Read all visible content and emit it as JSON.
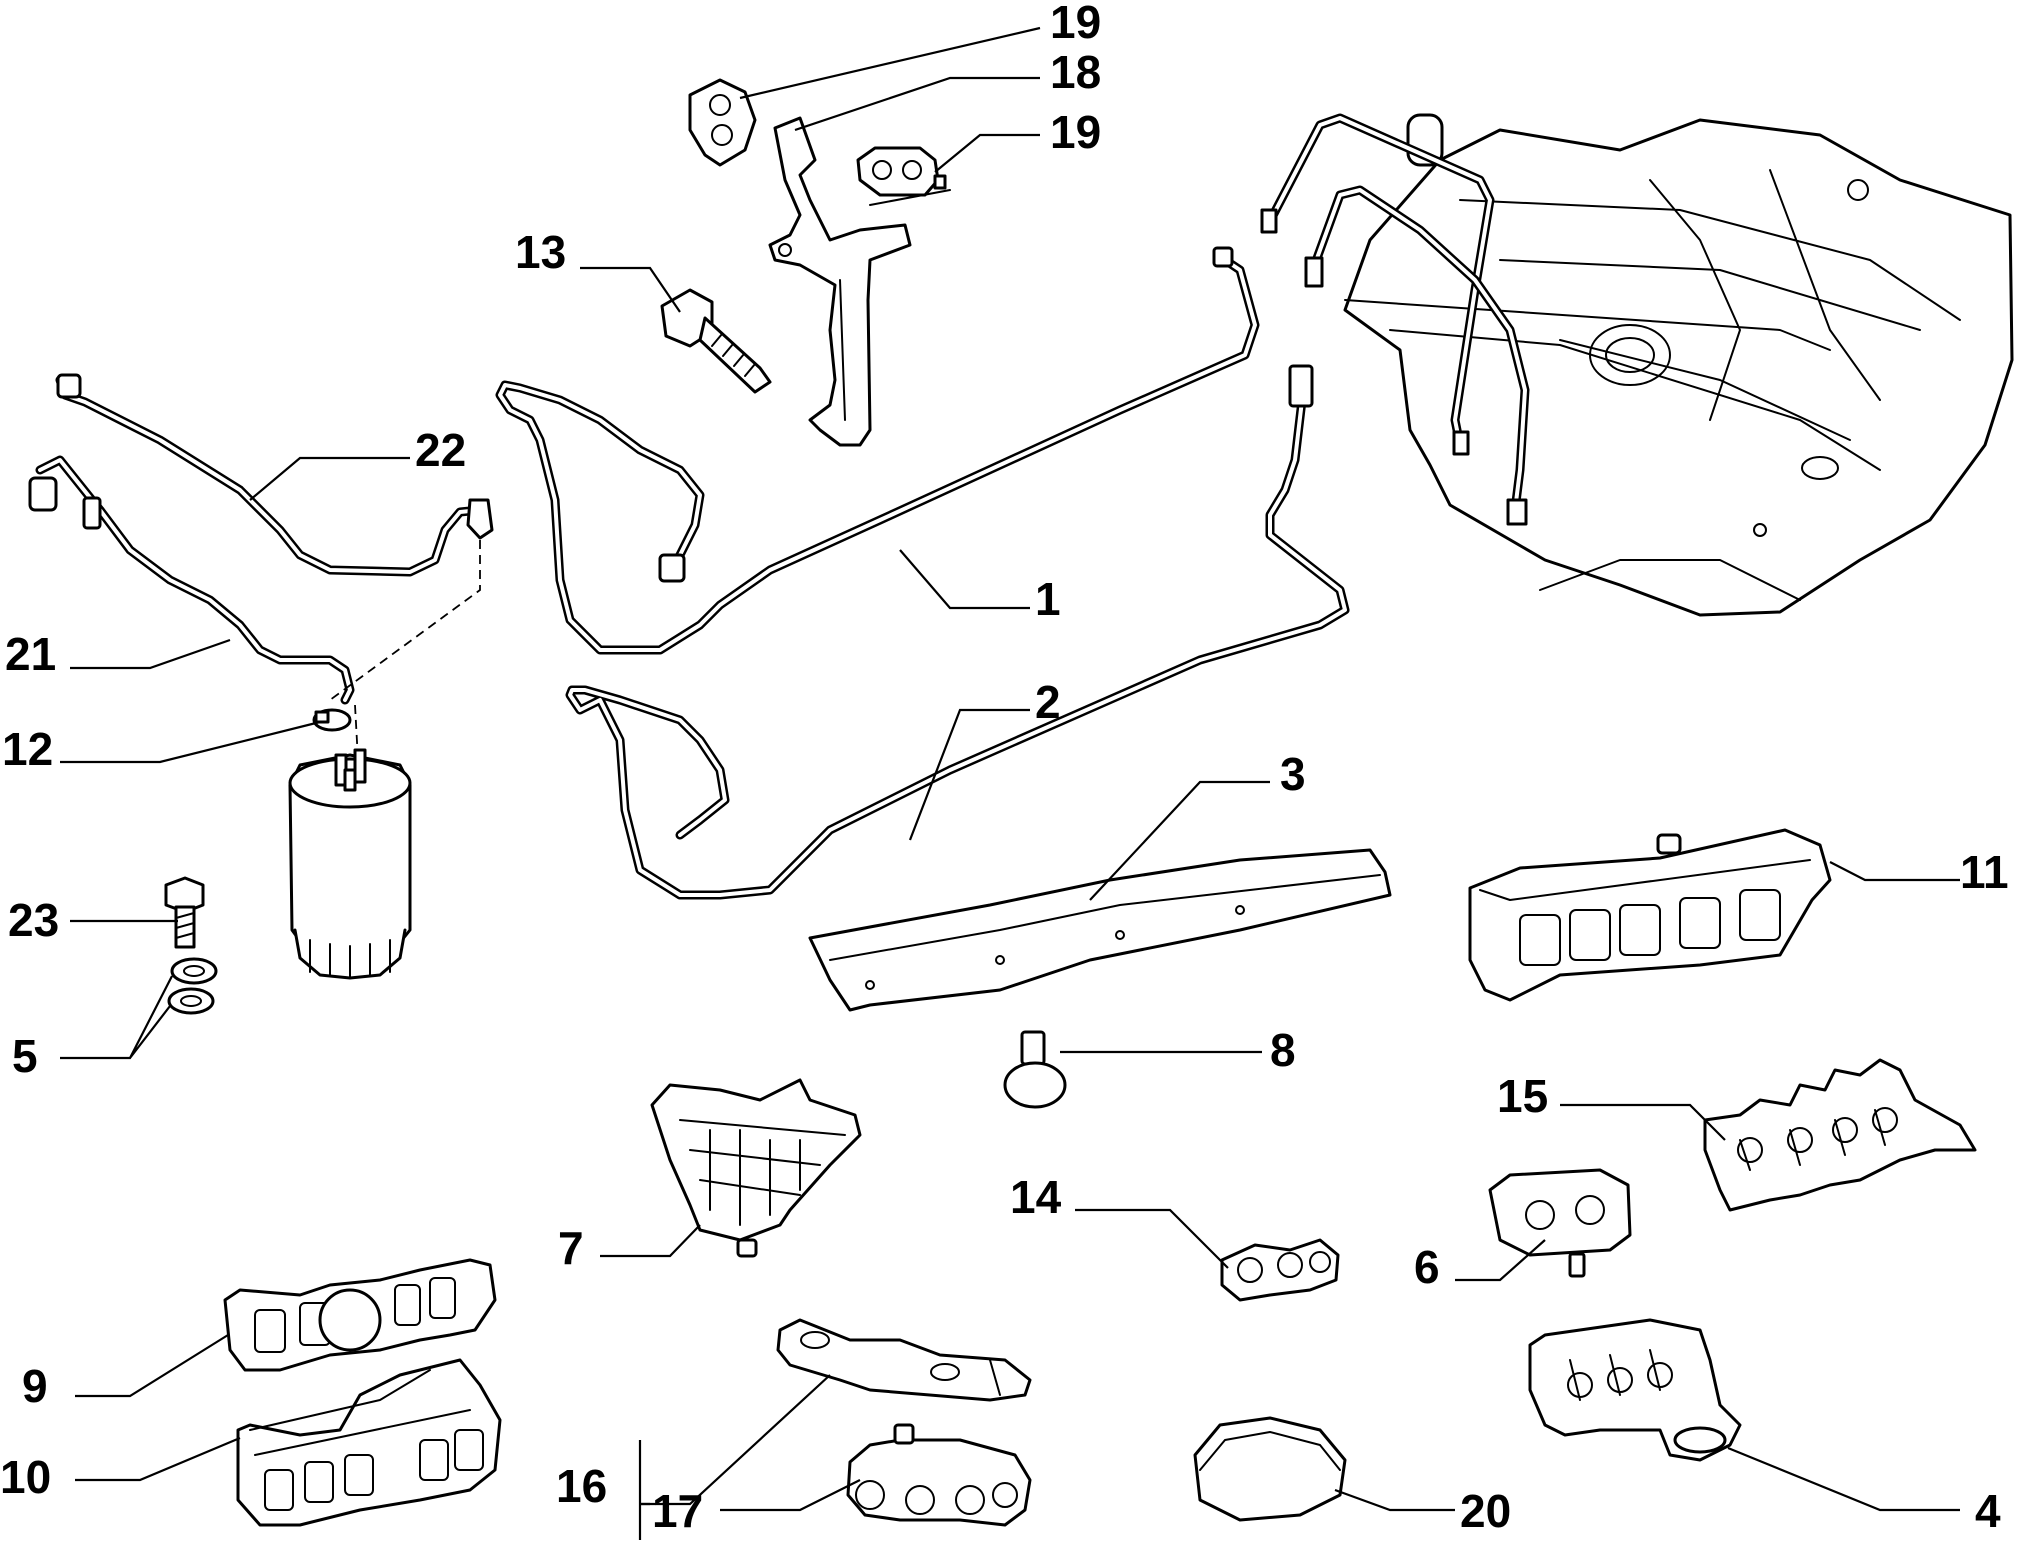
{
  "diagram": {
    "callouts": {
      "c1": "1",
      "c2": "2",
      "c3": "3",
      "c4": "4",
      "c5": "5",
      "c6": "6",
      "c7": "7",
      "c8": "8",
      "c9": "9",
      "c10": "10",
      "c11": "11",
      "c12": "12",
      "c13": "13",
      "c14": "14",
      "c15": "15",
      "c16": "16",
      "c17": "17",
      "c18": "18",
      "c19a": "19",
      "c19b": "19",
      "c20": "20",
      "c21": "21",
      "c22": "22",
      "c23": "23"
    }
  }
}
